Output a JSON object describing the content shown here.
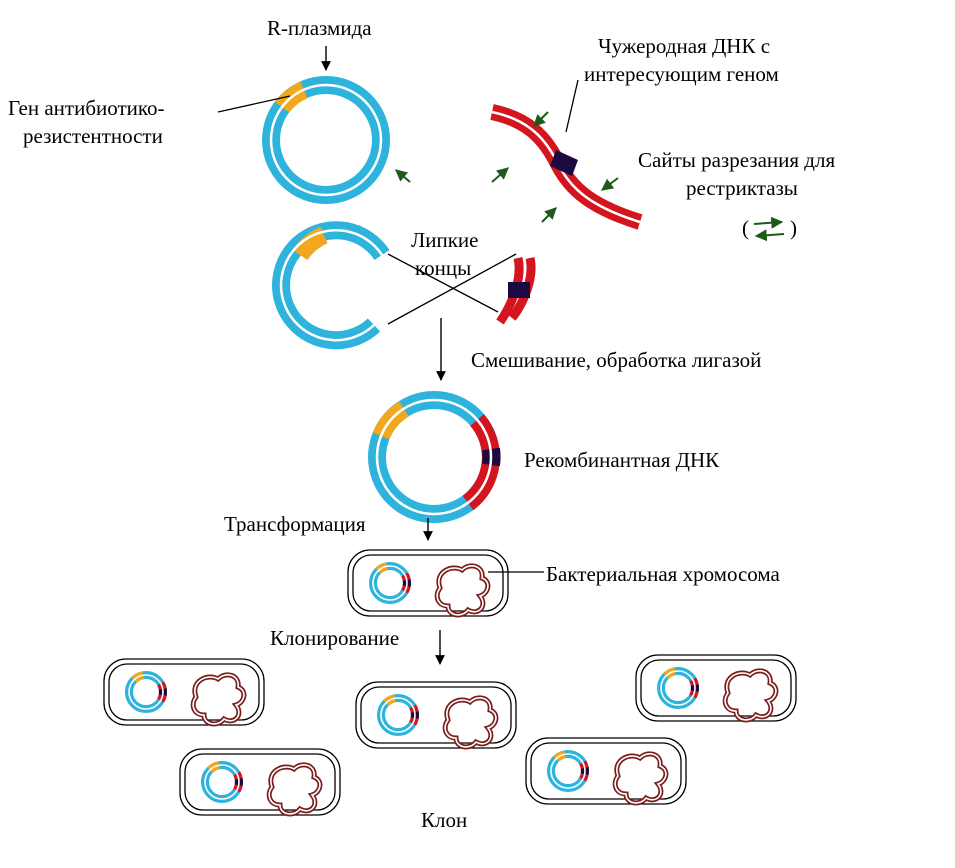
{
  "labels": {
    "r_plasmid": "R-плазмида",
    "antibiotic_gene_line1": "Ген антибиотико-",
    "antibiotic_gene_line2": "резистентности",
    "foreign_dna_line1": "Чужеродная ДНК с",
    "foreign_dna_line2": "интересующим геном",
    "restriction_sites_line1": "Сайты разрезания для",
    "restriction_sites_line2": "рестриктазы",
    "arrow_legend_open": "(",
    "arrow_legend_close": ")",
    "sticky_ends_line1": "Липкие",
    "sticky_ends_line2": "концы",
    "mixing_ligase": "Смешивание, обработка лигазой",
    "recombinant_dna": "Рекомбинантная ДНК",
    "transformation": "Трансформация",
    "bacterial_chromosome": "Бактериальная хромосома",
    "cloning": "Клонирование",
    "clone": "Клон"
  },
  "colors": {
    "plasmid": "#2eb4dc",
    "resistance_gene": "#f2a81e",
    "foreign_dna": "#d4141e",
    "restriction_site": "#1a0a40",
    "chromosome": "#7a1e1e",
    "arrow_green": "#1f5a1a",
    "line": "#000000",
    "cell_border": "#000000"
  },
  "icons": {
    "cut_site_marker": "green-arrow-icon",
    "flow_arrow": "down-arrow-icon"
  }
}
